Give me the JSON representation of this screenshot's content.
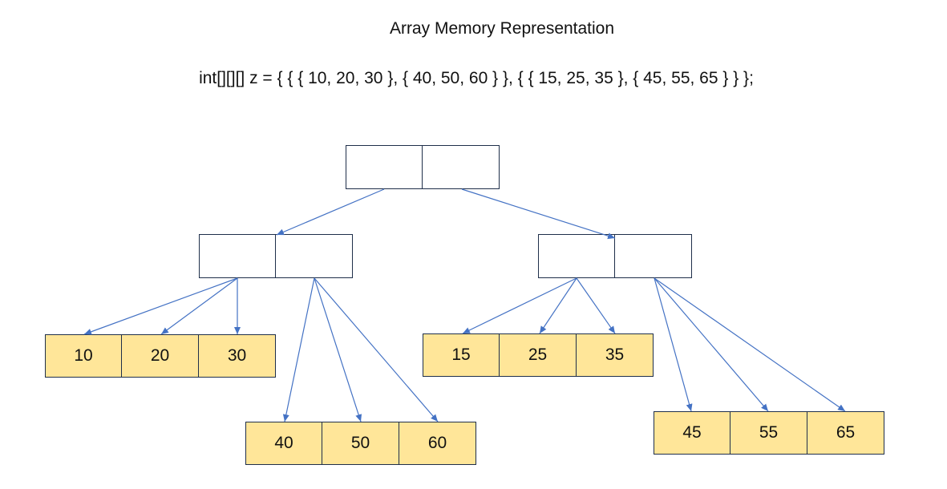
{
  "diagram": {
    "title": "Array Memory Representation",
    "declaration": "int[][][] z = { { { 10, 20, 30 }, { 40, 50, 60 } }, { { 15, 25, 35 }, { 45, 55, 65 } } };",
    "arrays": {
      "a00": [
        "10",
        "20",
        "30"
      ],
      "a01": [
        "40",
        "50",
        "60"
      ],
      "a10": [
        "15",
        "25",
        "35"
      ],
      "a11": [
        "45",
        "55",
        "65"
      ]
    },
    "colors": {
      "value_fill": "#ffe699",
      "border": "#1f2f4a",
      "arrow": "#4472c4"
    }
  }
}
